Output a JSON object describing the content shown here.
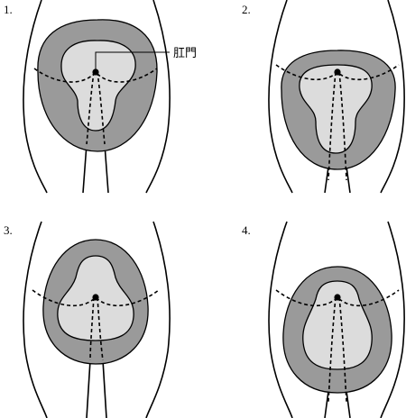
{
  "panels": [
    {
      "number": "1."
    },
    {
      "number": "2."
    },
    {
      "number": "3."
    },
    {
      "number": "4."
    }
  ],
  "callout": {
    "label": "肛門"
  },
  "colors": {
    "outer_zone": "#9a9a9a",
    "inner_zone": "#dcdcdc",
    "line": "#000000",
    "background": "#ffffff"
  }
}
